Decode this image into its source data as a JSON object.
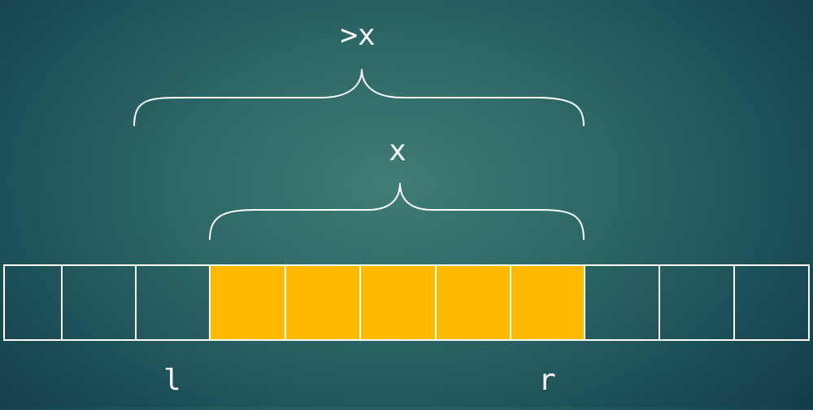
{
  "colors": {
    "cell_fill": "#ffbb00",
    "cell_border": "#ffffff",
    "brace": "#ffffff"
  },
  "array": {
    "cell_count": 11,
    "highlighted_cells": [
      3,
      4,
      5,
      6,
      7
    ]
  },
  "braces": {
    "outer_label": ">x",
    "inner_label": "x"
  },
  "pointers": {
    "left_label": "l",
    "right_label": "r"
  }
}
